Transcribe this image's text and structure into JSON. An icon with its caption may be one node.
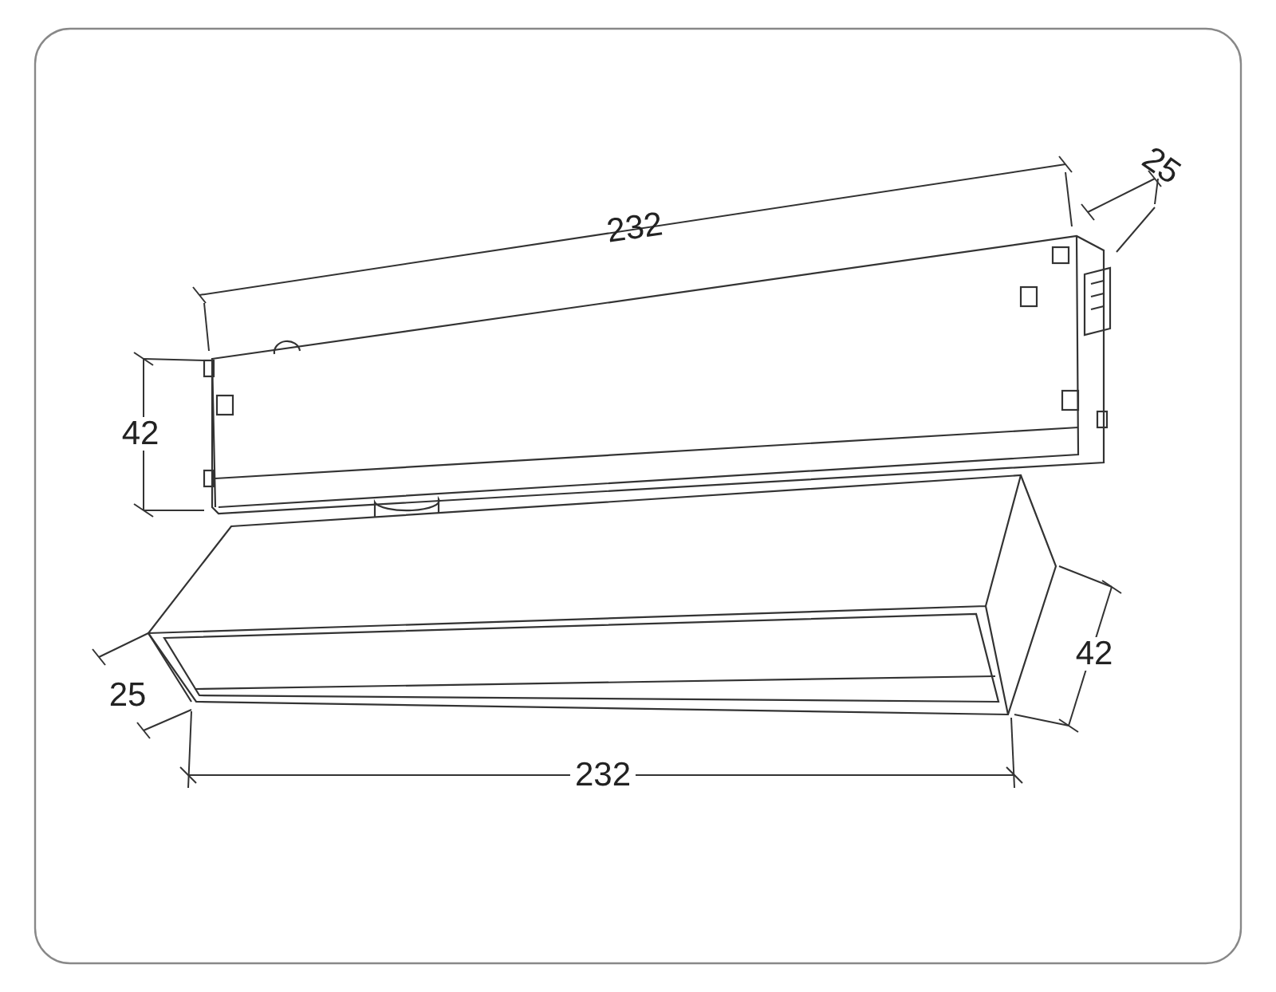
{
  "diagram": {
    "labels": [
      "232",
      "25",
      "42",
      "42",
      "25",
      "232"
    ]
  }
}
